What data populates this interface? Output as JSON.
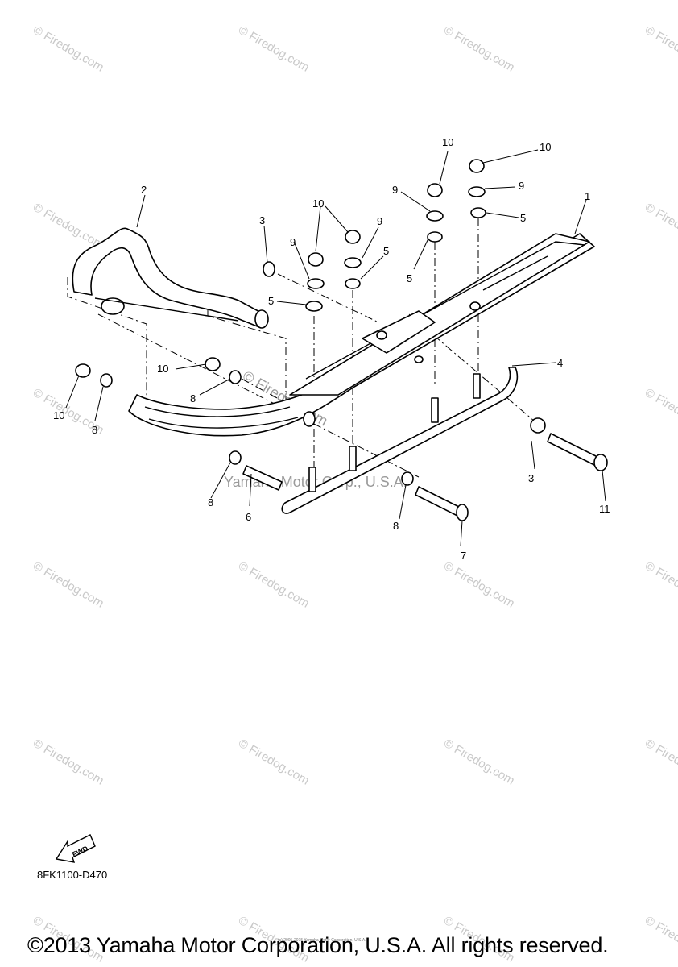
{
  "watermark": {
    "text": "© Firedog.com",
    "center_text": "© Firedog.com",
    "mid_text": "Yamaha Motor Corp., U.S.A."
  },
  "callouts": {
    "c1": "1",
    "c2": "2",
    "c3a": "3",
    "c3b": "3",
    "c4": "4",
    "c5a": "5",
    "c5b": "5",
    "c5c": "5",
    "c5d": "5",
    "c6": "6",
    "c7": "7",
    "c8a": "8",
    "c8b": "8",
    "c8c": "8",
    "c8d": "8",
    "c9a": "9",
    "c9b": "9",
    "c9c": "9",
    "c9d": "9",
    "c10a": "10",
    "c10b": "10",
    "c10c": "10",
    "c10d": "10",
    "c10e": "10",
    "c11": "11"
  },
  "fwd_label": "FWD",
  "diagram_code": "8FK1100-D470",
  "fineprint": "(c) 2005-2015 Yamaha Motor Corporation, U.S.A.",
  "copyright": "©2013 Yamaha Motor Corporation, U.S.A. All rights reserved."
}
